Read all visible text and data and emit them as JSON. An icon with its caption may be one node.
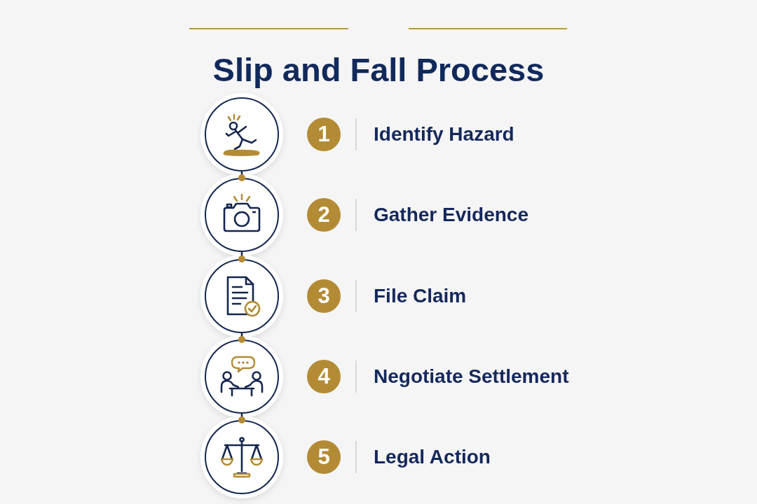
{
  "diagram": {
    "title": "Slip and Fall Process",
    "nodes": [
      {
        "text": [],
        "shape": "circle"
      },
      {
        "text": [
          "1"
        ],
        "beside": [
          "Identify Hazard"
        ]
      },
      {
        "text": [],
        "shape": "circle"
      },
      {
        "text": [
          "2"
        ],
        "beside": [
          "Gather Evidence"
        ]
      },
      {
        "text": [],
        "shape": "circle"
      },
      {
        "text": [
          "3"
        ],
        "beside": [
          "File Claim"
        ]
      },
      {
        "text": [],
        "shape": "circle"
      },
      {
        "text": [
          "4"
        ],
        "beside": [
          "Negotiate Settlement"
        ]
      },
      {
        "text": [],
        "shape": "circle"
      },
      {
        "text": [
          "5"
        ],
        "beside": [
          "Legal Action"
        ]
      }
    ],
    "edges": [
      {
        "from": 0,
        "to": 2,
        "arrow": "other"
      },
      {
        "from": 2,
        "to": 4,
        "arrow": "other"
      },
      {
        "from": 4,
        "to": 6,
        "arrow": "other"
      },
      {
        "from": 6,
        "to": 8,
        "arrow": "other"
      }
    ]
  }
}
